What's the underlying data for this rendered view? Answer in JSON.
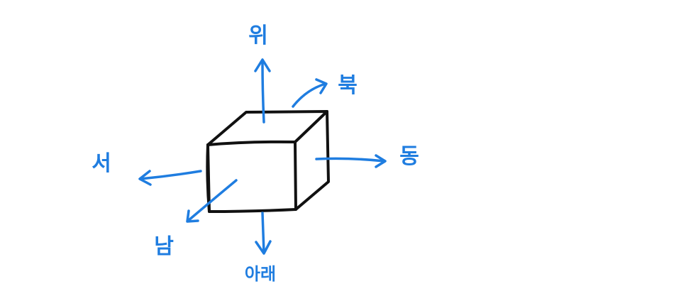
{
  "colors": {
    "arrow": "#1f7de0",
    "cube": "#111111",
    "background": "#ffffff"
  },
  "labels": {
    "up": "위",
    "north": "북",
    "east": "동",
    "west": "서",
    "south": "남",
    "down": "아래"
  }
}
